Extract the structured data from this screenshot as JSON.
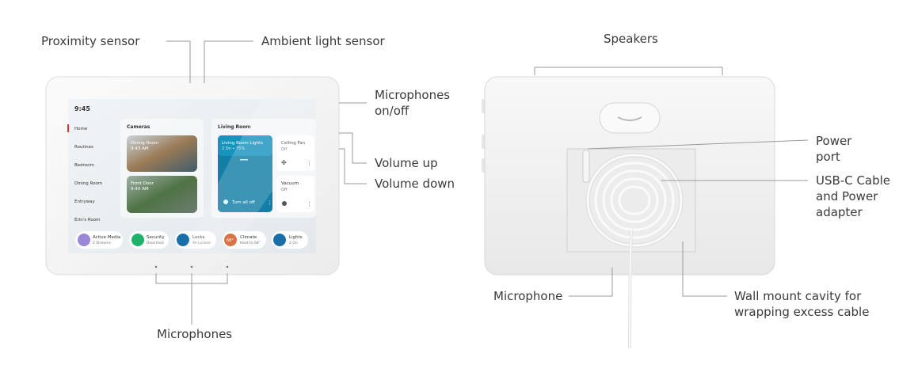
{
  "front": {
    "labels": {
      "proximity": "Proximity sensor",
      "ambient": "Ambient light sensor",
      "mic_onoff_1": "Microphones",
      "mic_onoff_2": "on/off",
      "vol_up": "Volume up",
      "vol_down": "Volume down",
      "microphones": "Microphones"
    },
    "screen": {
      "time": "9:45",
      "nav": [
        "Home",
        "Routines",
        "Bedroom",
        "Dining Room",
        "Entryway",
        "Erin's Room"
      ],
      "cameras": {
        "title": "Cameras",
        "items": [
          {
            "name": "Dining Room",
            "time": "9:43 AM"
          },
          {
            "name": "Front Door",
            "time": "9:40 AM"
          }
        ]
      },
      "living": {
        "title": "Living Room",
        "lights": {
          "name": "Living Room Lights",
          "status": "2 On • 75%",
          "action": "Turn all off"
        },
        "fan": {
          "name": "Ceiling Fan",
          "status": "Off"
        },
        "vacuum": {
          "name": "Vacuum",
          "status": "Off"
        }
      },
      "chips": [
        {
          "title": "Active Media",
          "sub": "2 Streams",
          "color": "#9b87d8",
          "icon": "media-icon"
        },
        {
          "title": "Security",
          "sub": "Disarmed",
          "color": "#1fb26b",
          "icon": "security-icon"
        },
        {
          "title": "Locks",
          "sub": "All Locked",
          "color": "#1a6fa8",
          "icon": "lock-icon"
        },
        {
          "title": "Climate",
          "sub": "Heat to 68°",
          "color": "#d0531f",
          "icon": "thermostat-icon",
          "badge": "68°"
        },
        {
          "title": "Lights",
          "sub": "2 On",
          "color": "#1a6fa8",
          "icon": "bulb-icon"
        }
      ]
    }
  },
  "back": {
    "labels": {
      "speakers": "Speakers",
      "power_1": "Power",
      "power_2": "port",
      "usbc_1": "USB-C Cable",
      "usbc_2": "and Power",
      "usbc_3": "adapter",
      "microphone": "Microphone",
      "wall_1": "Wall mount cavity for",
      "wall_2": "wrapping excess cable"
    }
  }
}
